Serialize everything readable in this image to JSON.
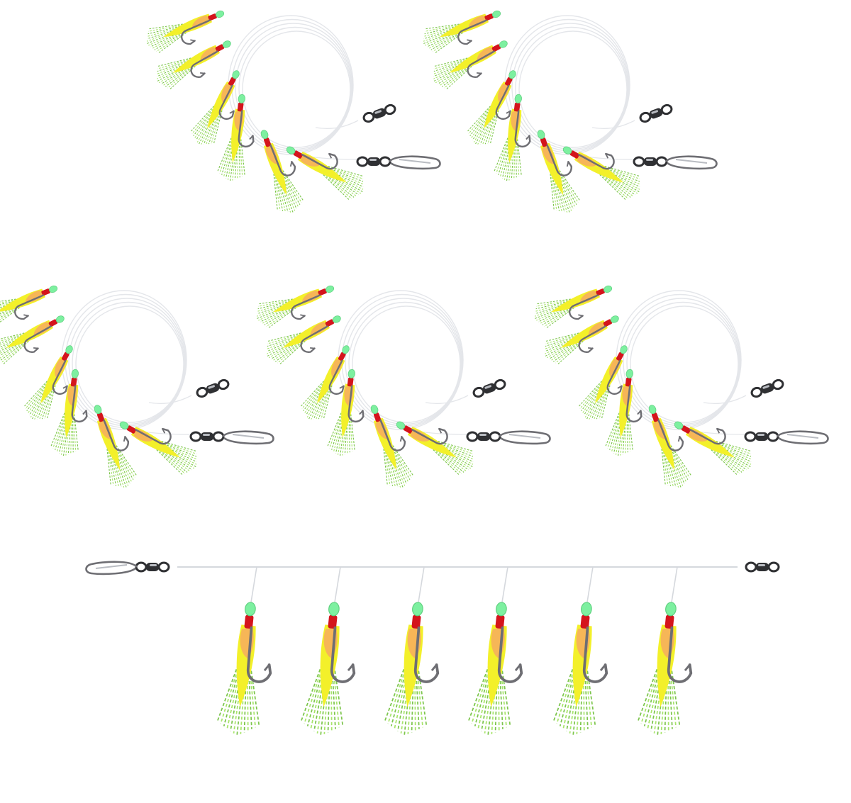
{
  "product": {
    "coiled_rig_count": 5,
    "hooks_per_rig": 6,
    "components": [
      "snap-swivel",
      "barrel-swivel",
      "monofilament-line",
      "glow-bead",
      "red-sleeve",
      "yellow-flash-body",
      "green-tinsel-skirt",
      "hook"
    ]
  },
  "colors": {
    "background": "#ffffff",
    "tinsel": "#9ee35a",
    "tinsel_dark": "#6fbf3a",
    "body_yellow": "#f3f02a",
    "body_orange": "#f6b25a",
    "sleeve_red": "#d4141c",
    "bead_glow": "#7df0a0",
    "hook_steel": "#6e6e73",
    "line": "#e4e6ea",
    "swivel_dark": "#2f3033",
    "swivel_light": "#b9bcc2"
  }
}
